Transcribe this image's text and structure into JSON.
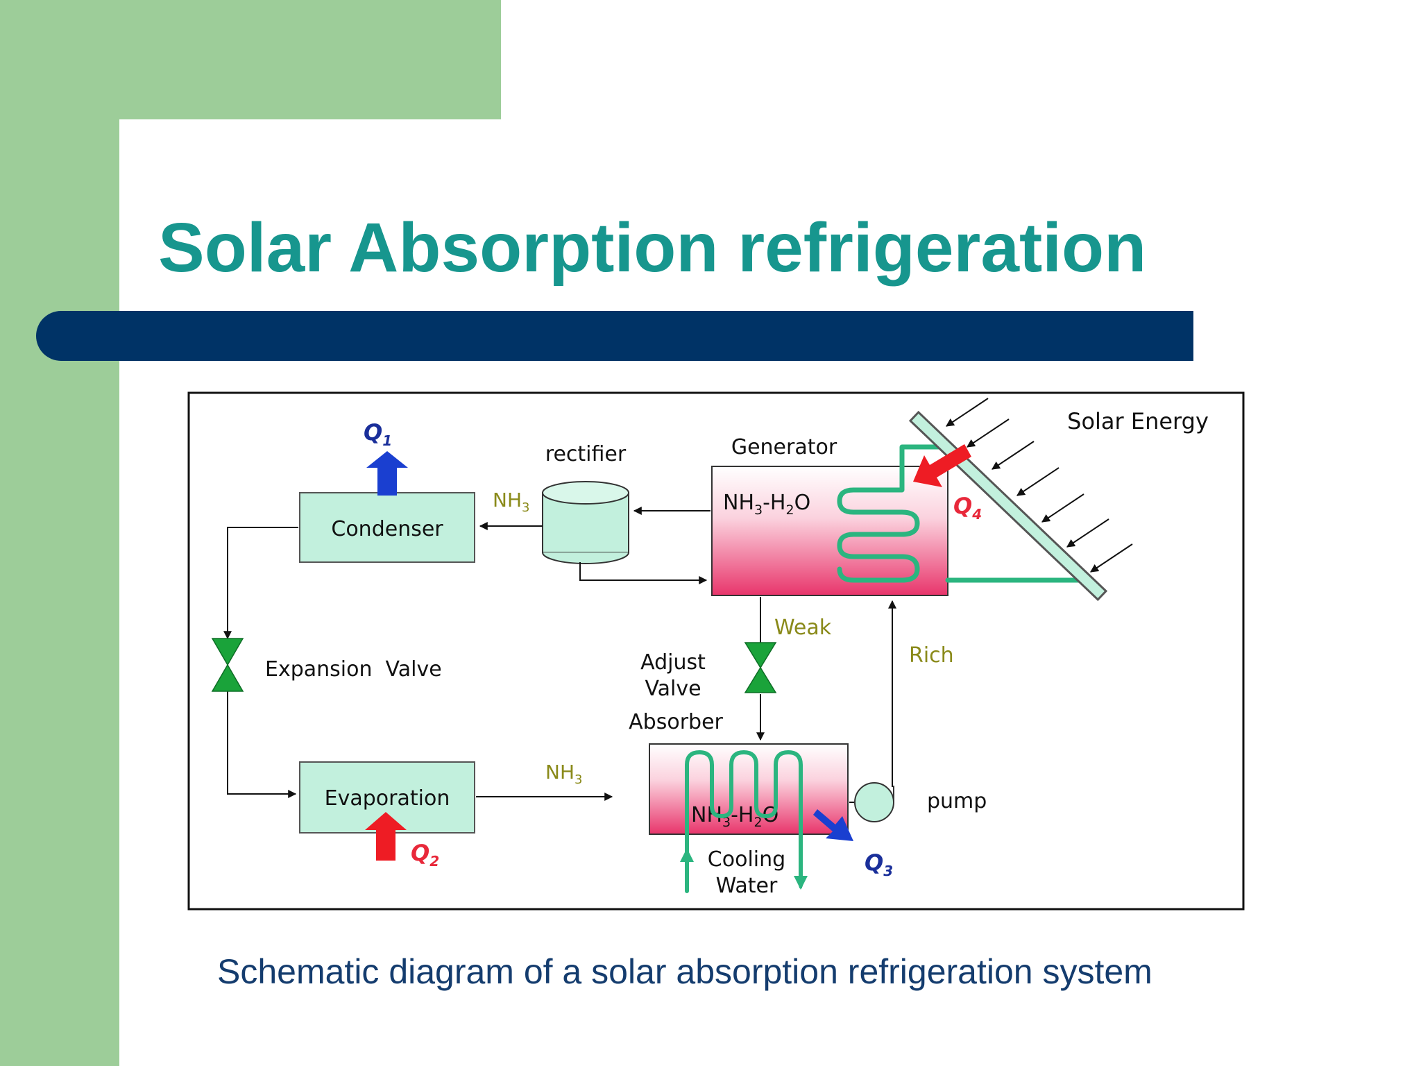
{
  "slide": {
    "title": "Solar Absorption refrigeration",
    "caption": "Schematic diagram of a solar absorption refrigeration system"
  },
  "diagram": {
    "components": {
      "condenser": "Condenser",
      "evaporator": "Evaporation",
      "rectifier": "rectifier",
      "generator": "Generator",
      "generator_solution": {
        "prefix": "NH",
        "sub1": "3",
        "mid": "-H",
        "sub2": "2",
        "suffix": "O"
      },
      "absorber": "Absorber",
      "absorber_solution": {
        "prefix": "NH",
        "sub1": "3",
        "mid": "-H",
        "sub2": "2",
        "suffix": "O"
      },
      "pump": "pump",
      "expansion_valve": "Expansion  Valve",
      "adjust_valve_line1": "Adjust",
      "adjust_valve_line2": "Valve",
      "solar_energy": "Solar Energy",
      "cooling_water_line1": "Cooling",
      "cooling_water_line2": "Water"
    },
    "flow_labels": {
      "nh3_top": {
        "text": "NH",
        "sub": "3"
      },
      "nh3_bottom": {
        "text": "NH",
        "sub": "3"
      },
      "weak": "Weak",
      "rich": "Rich"
    },
    "heat_flows": {
      "q1": {
        "q": "Q",
        "sub": "1"
      },
      "q2": {
        "q": "Q",
        "sub": "2"
      },
      "q3": {
        "q": "Q",
        "sub": "3"
      },
      "q4": {
        "q": "Q",
        "sub": "4"
      }
    },
    "colors": {
      "box_fill": "#c2f0dd",
      "tank_pink": "#e8356b",
      "valve_green": "#1aa33a",
      "coil_green": "#2bb57f",
      "heat_in_red": "#ee1c24",
      "heat_out_blue": "#1a3fd0",
      "flow_label_olive": "#8a8a1a",
      "q_label_blue": "#1a2f9a",
      "q_label_red": "#e8283a"
    }
  }
}
